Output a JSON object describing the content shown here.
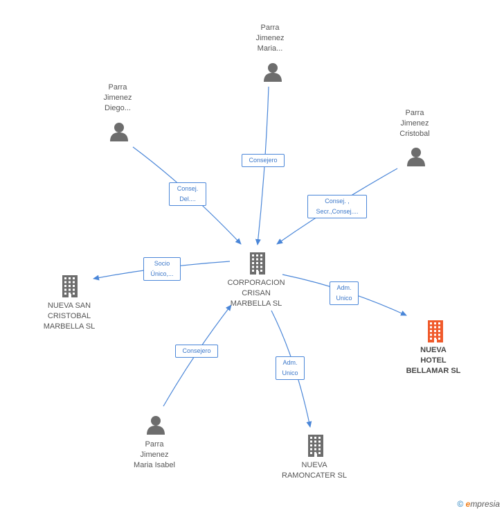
{
  "nodes": {
    "center": {
      "lines": [
        "CORPORACION",
        "CRISAN",
        "MARBELLA  SL"
      ],
      "icon": "building-icon",
      "color": "#6d6d6d"
    },
    "maria_top": {
      "lines": [
        "Parra",
        "Jimenez",
        "Maria..."
      ],
      "icon": "person-icon",
      "color": "#6d6d6d"
    },
    "diego": {
      "lines": [
        "Parra",
        "Jimenez",
        "Diego..."
      ],
      "icon": "person-icon",
      "color": "#6d6d6d"
    },
    "cristobal": {
      "lines": [
        "Parra",
        "Jimenez",
        "Cristobal"
      ],
      "icon": "person-icon",
      "color": "#6d6d6d"
    },
    "nueva_san": {
      "lines": [
        "NUEVA SAN",
        "CRISTOBAL",
        "MARBELLA SL"
      ],
      "icon": "building-icon",
      "color": "#6d6d6d"
    },
    "bellamar": {
      "lines": [
        "NUEVA",
        "HOTEL",
        "BELLAMAR SL"
      ],
      "icon": "building-icon",
      "color": "#f05a2b"
    },
    "maria_isabel": {
      "lines": [
        "Parra",
        "Jimenez",
        "Maria Isabel"
      ],
      "icon": "person-icon",
      "color": "#6d6d6d"
    },
    "ramoncater": {
      "lines": [
        "NUEVA",
        "RAMONCATER SL"
      ],
      "icon": "building-icon",
      "color": "#6d6d6d"
    }
  },
  "edges": {
    "maria_top": [
      "Consejero"
    ],
    "diego": [
      "Consej.",
      "Del...."
    ],
    "cristobal": [
      "Consej. ,",
      "Secr.,Consej...."
    ],
    "nueva_san": [
      "Socio",
      "Único,..."
    ],
    "bellamar": [
      "Adm.",
      "Unico"
    ],
    "maria_isabel": [
      "Consejero"
    ],
    "ramoncater": [
      "Adm.",
      "Unico"
    ]
  },
  "edge_color": "#4a86d8",
  "footer": {
    "copyright": "©",
    "brand_e": "e",
    "brand_rest": "mpresia"
  }
}
